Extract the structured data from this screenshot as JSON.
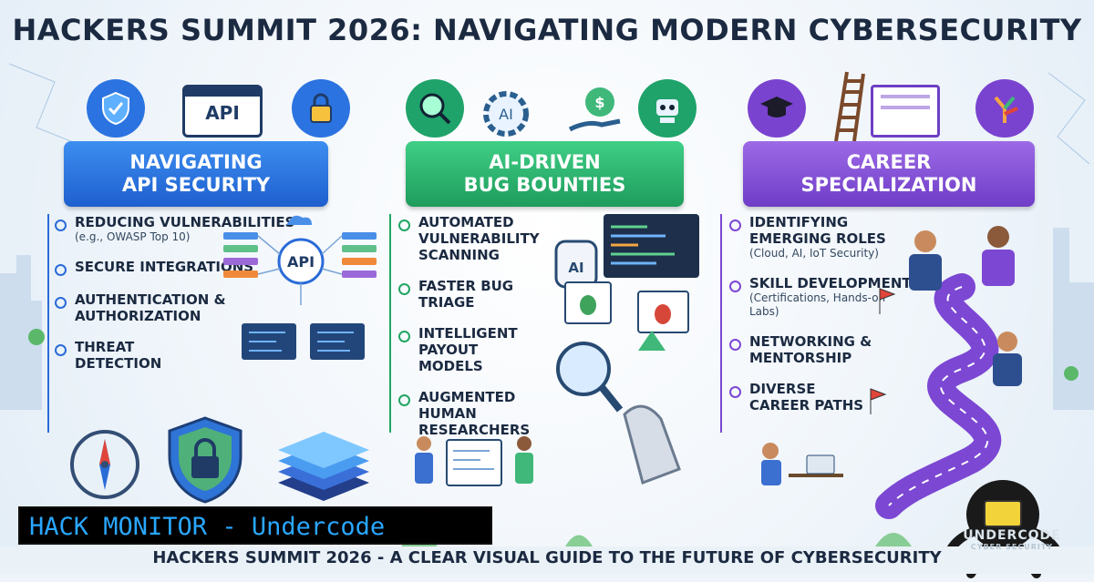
{
  "title": "HACKERS SUMMIT 2026: NAVIGATING MODERN CYBERSECURITY",
  "columns": [
    {
      "banner": [
        "NAVIGATING",
        "API SECURITY"
      ],
      "api_label": "API",
      "items": [
        {
          "heading": "Reducing Vulnerabilities",
          "sub": "(e.g., OWASP Top 10)"
        },
        {
          "heading": "Secure Integrations",
          "sub": ""
        },
        {
          "heading": "Authentication & Authorization",
          "sub": ""
        },
        {
          "heading": "Threat Detection",
          "sub": ""
        }
      ],
      "diagram_label": "API",
      "color": "#2a6bd8"
    },
    {
      "banner": [
        "AI-DRIVEN",
        "BUG BOUNTIES"
      ],
      "ai_label": "AI",
      "items": [
        {
          "heading": "Automated Vulnerability Scanning",
          "sub": ""
        },
        {
          "heading": "Faster Bug Triage",
          "sub": ""
        },
        {
          "heading": "Intelligent Payout Models",
          "sub": ""
        },
        {
          "heading": "Augmented Human Researchers",
          "sub": ""
        }
      ],
      "robot_label": "AI",
      "color": "#21a564"
    },
    {
      "banner": [
        "CAREER",
        "SPECIALIZATION"
      ],
      "items": [
        {
          "heading": "Identifying Emerging Roles",
          "sub": "(Cloud, AI, IoT Security)"
        },
        {
          "heading": "Skill Development",
          "sub": "(Certifications, Hands-on Labs)"
        },
        {
          "heading": "Networking & Mentorship",
          "sub": ""
        },
        {
          "heading": "Diverse Career Paths",
          "sub": ""
        }
      ],
      "color": "#7c47d3"
    }
  ],
  "badge": "HACK MONITOR - Undercode",
  "footer": "HACKERS SUMMIT 2026 - A CLEAR VISUAL GUIDE TO THE FUTURE OF CYBERSECURITY",
  "logo": {
    "name": "UNDERCODE",
    "tagline": "CYBER SECURITY"
  }
}
